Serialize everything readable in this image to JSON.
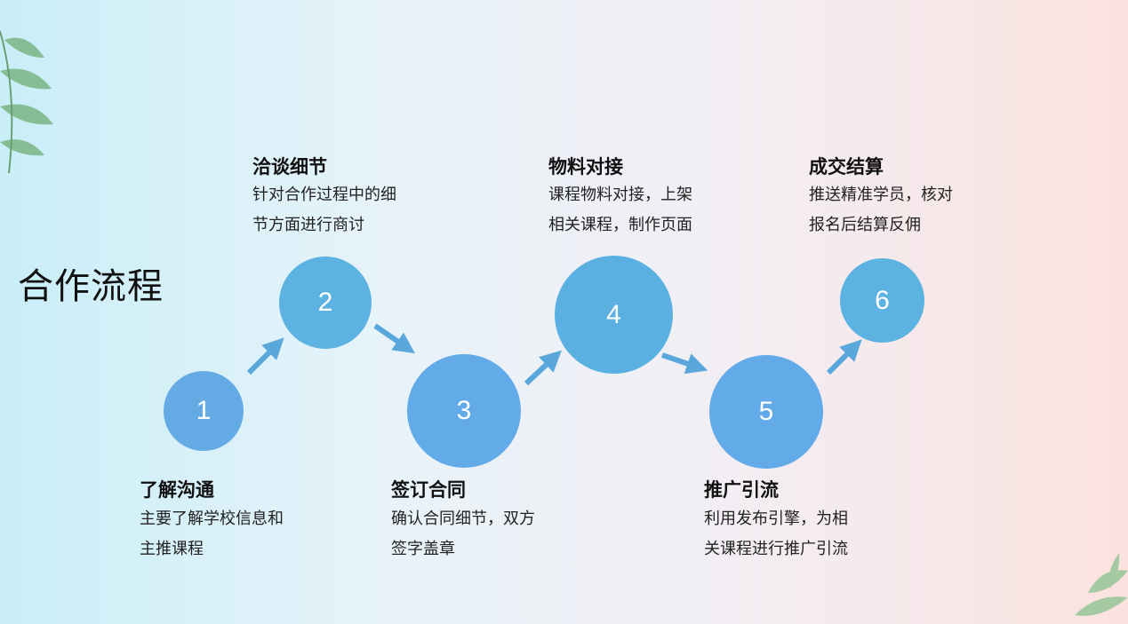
{
  "title": "合作流程",
  "colors": {
    "circle": "#5dade2",
    "arrow": "#5aa7dc"
  },
  "steps": [
    {
      "number": "1",
      "title": "了解沟通",
      "desc": [
        "主要了解学校信息和",
        "主推课程"
      ]
    },
    {
      "number": "2",
      "title": "洽谈细节",
      "desc": [
        "针对合作过程中的细",
        "节方面进行商讨"
      ]
    },
    {
      "number": "3",
      "title": "签订合同",
      "desc": [
        "确认合同细节，双方",
        "签字盖章"
      ]
    },
    {
      "number": "4",
      "title": "物料对接",
      "desc": [
        "课程物料对接，上架",
        "相关课程，制作页面"
      ]
    },
    {
      "number": "5",
      "title": "推广引流",
      "desc": [
        "利用发布引擎，为相",
        "关课程进行推广引流"
      ]
    },
    {
      "number": "6",
      "title": "成交结算",
      "desc": [
        "推送精准学员，核对",
        "报名后结算反佣"
      ]
    }
  ]
}
